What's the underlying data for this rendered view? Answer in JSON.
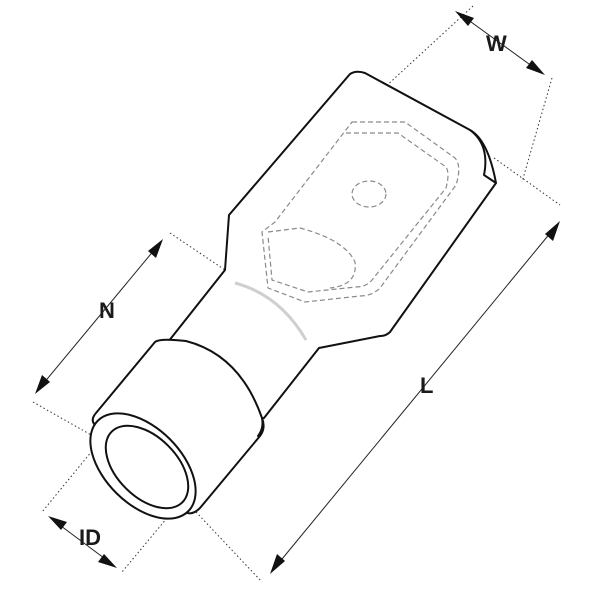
{
  "dimensions": {
    "w_label": "W",
    "n_label": "N",
    "l_label": "L",
    "id_label": "ID"
  },
  "colors": {
    "outline": "#111111",
    "hidden": "#8a8a8a",
    "background": "#ffffff"
  }
}
